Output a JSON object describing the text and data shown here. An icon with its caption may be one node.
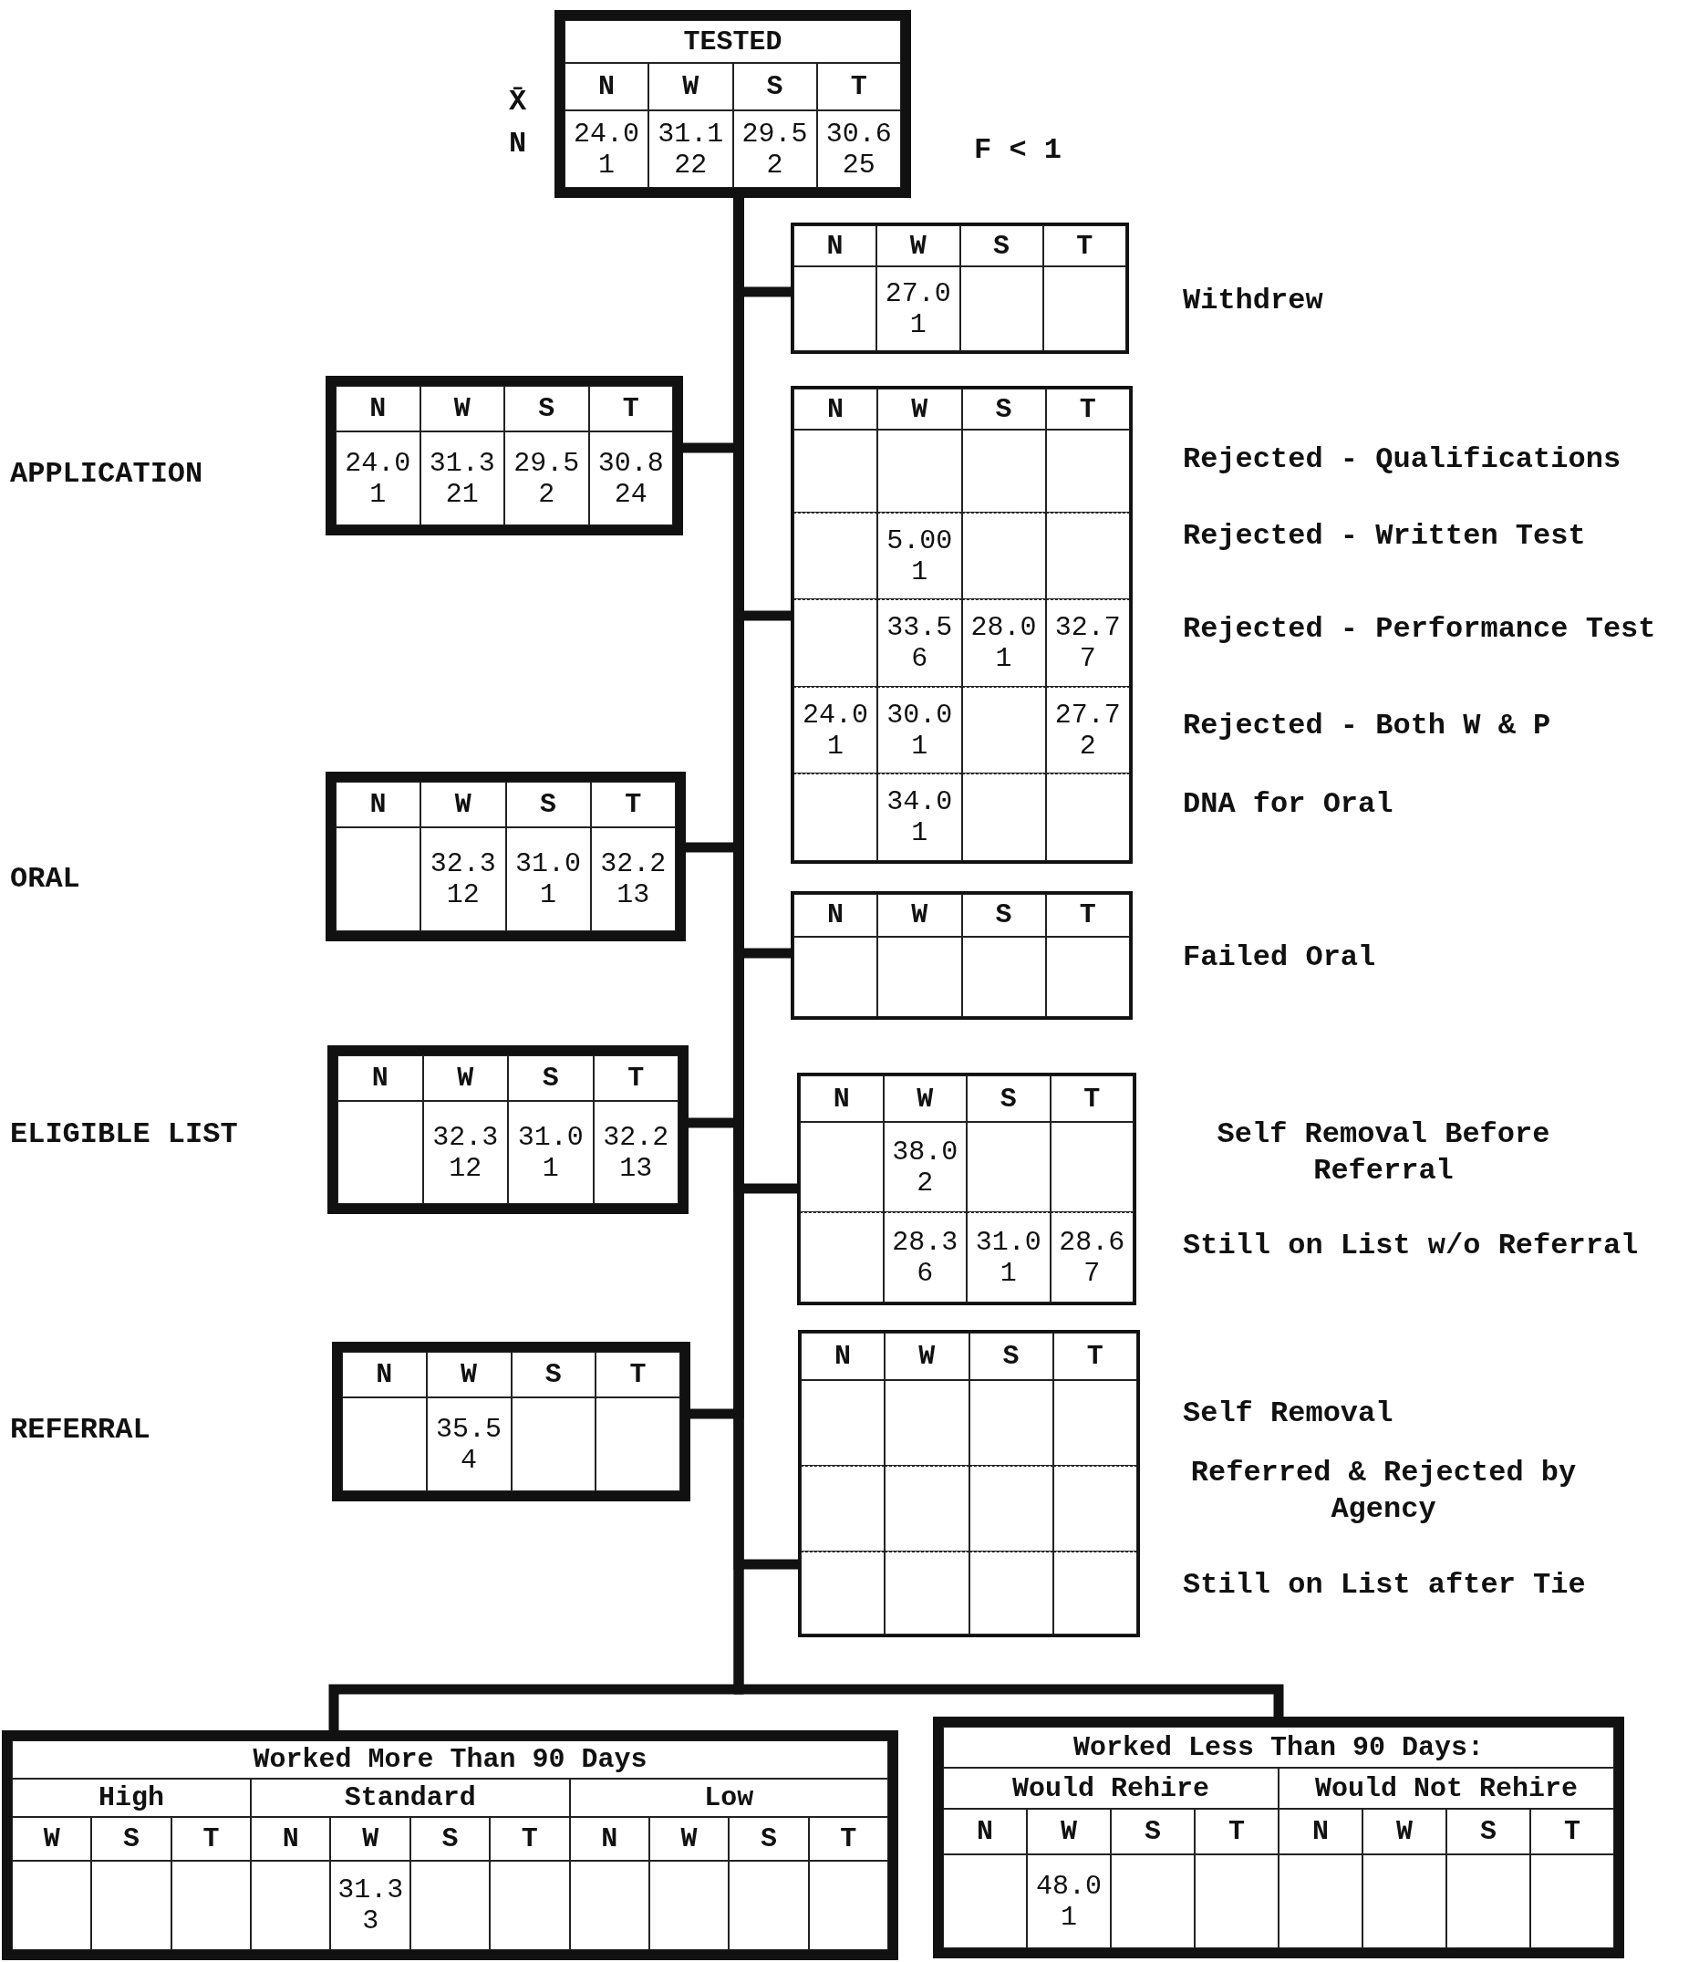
{
  "diagram": {
    "nodes": [
      {
        "text": [
          "TESTED",
          "N",
          "W",
          "S",
          "T",
          "24.0 1",
          "31.1 22",
          "29.5 2",
          "30.6 25"
        ],
        "beside": [
          "X̄",
          "N"
        ]
      },
      {
        "text": [
          "N",
          "W",
          "S",
          "T",
          "27.0 1"
        ],
        "beside": [
          "Withdrew"
        ]
      },
      {
        "text": [
          "N",
          "W",
          "S",
          "T",
          "24.0 1",
          "31.3 21",
          "29.5 2",
          "30.8 24"
        ]
      },
      {
        "text": [
          "N",
          "W",
          "S",
          "T",
          "5.00 1",
          "33.5 6",
          "28.0 1",
          "32.7 7",
          "24.0 1",
          "30.0 1",
          "27.7 2",
          "34.0 1"
        ],
        "beside": [
          "Rejected - Qualifications",
          "Rejected - Written Test",
          "Rejected - Performance Test",
          "Rejected - Both W & P",
          "DNA for Oral"
        ]
      },
      {
        "text": [
          "N",
          "W",
          "S",
          "T",
          "32.3 12",
          "31.0 1",
          "32.2 13"
        ]
      },
      {
        "text": [
          "N",
          "W",
          "S",
          "T"
        ],
        "beside": [
          "Failed Oral"
        ]
      },
      {
        "text": [
          "N",
          "W",
          "S",
          "T",
          "32.3 12",
          "31.0 1",
          "32.2 13"
        ]
      },
      {
        "text": [
          "N",
          "W",
          "S",
          "T",
          "38.0 2",
          "28.3 6",
          "31.0 1",
          "28.6 7"
        ],
        "beside": [
          "Self Removal Before Referral",
          "Still on List w/o Referral"
        ]
      },
      {
        "text": [
          "N",
          "W",
          "S",
          "T",
          "35.5 4"
        ]
      },
      {
        "text": [
          "N",
          "W",
          "S",
          "T"
        ],
        "beside": [
          "Self Removal",
          "Referred & Rejected by Agency",
          "Still on List after Tie"
        ]
      },
      {
        "text": [
          "Worked More Than 90 Days",
          "High",
          "Standard",
          "Low",
          "W",
          "S",
          "T",
          "N",
          "W",
          "S",
          "T",
          "N",
          "W",
          "S",
          "T",
          "31.3 3"
        ]
      },
      {
        "text": [
          "Worked Less Than 90 Days:",
          "Would Rehire",
          "Would Not Rehire",
          "N",
          "W",
          "S",
          "T",
          "N",
          "W",
          "S",
          "T",
          "48.0 1"
        ]
      }
    ],
    "edges": [
      {
        "from": 0,
        "to": 1,
        "arrow": "none"
      },
      {
        "from": 0,
        "to": 2,
        "arrow": "none"
      },
      {
        "from": 0,
        "to": 3,
        "arrow": "none"
      },
      {
        "from": 0,
        "to": 4,
        "arrow": "none"
      },
      {
        "from": 0,
        "to": 5,
        "arrow": "none"
      },
      {
        "from": 0,
        "to": 6,
        "arrow": "none"
      },
      {
        "from": 0,
        "to": 7,
        "arrow": "none"
      },
      {
        "from": 0,
        "to": 8,
        "arrow": "none"
      },
      {
        "from": 0,
        "to": 9,
        "arrow": "none"
      },
      {
        "from": 0,
        "to": 10,
        "arrow": "none"
      },
      {
        "from": 0,
        "to": 11,
        "arrow": "none"
      }
    ],
    "labels": [
      "F < 1",
      "APPLICATION",
      "ORAL",
      "ELIGIBLE LIST",
      "REFERRAL"
    ]
  }
}
